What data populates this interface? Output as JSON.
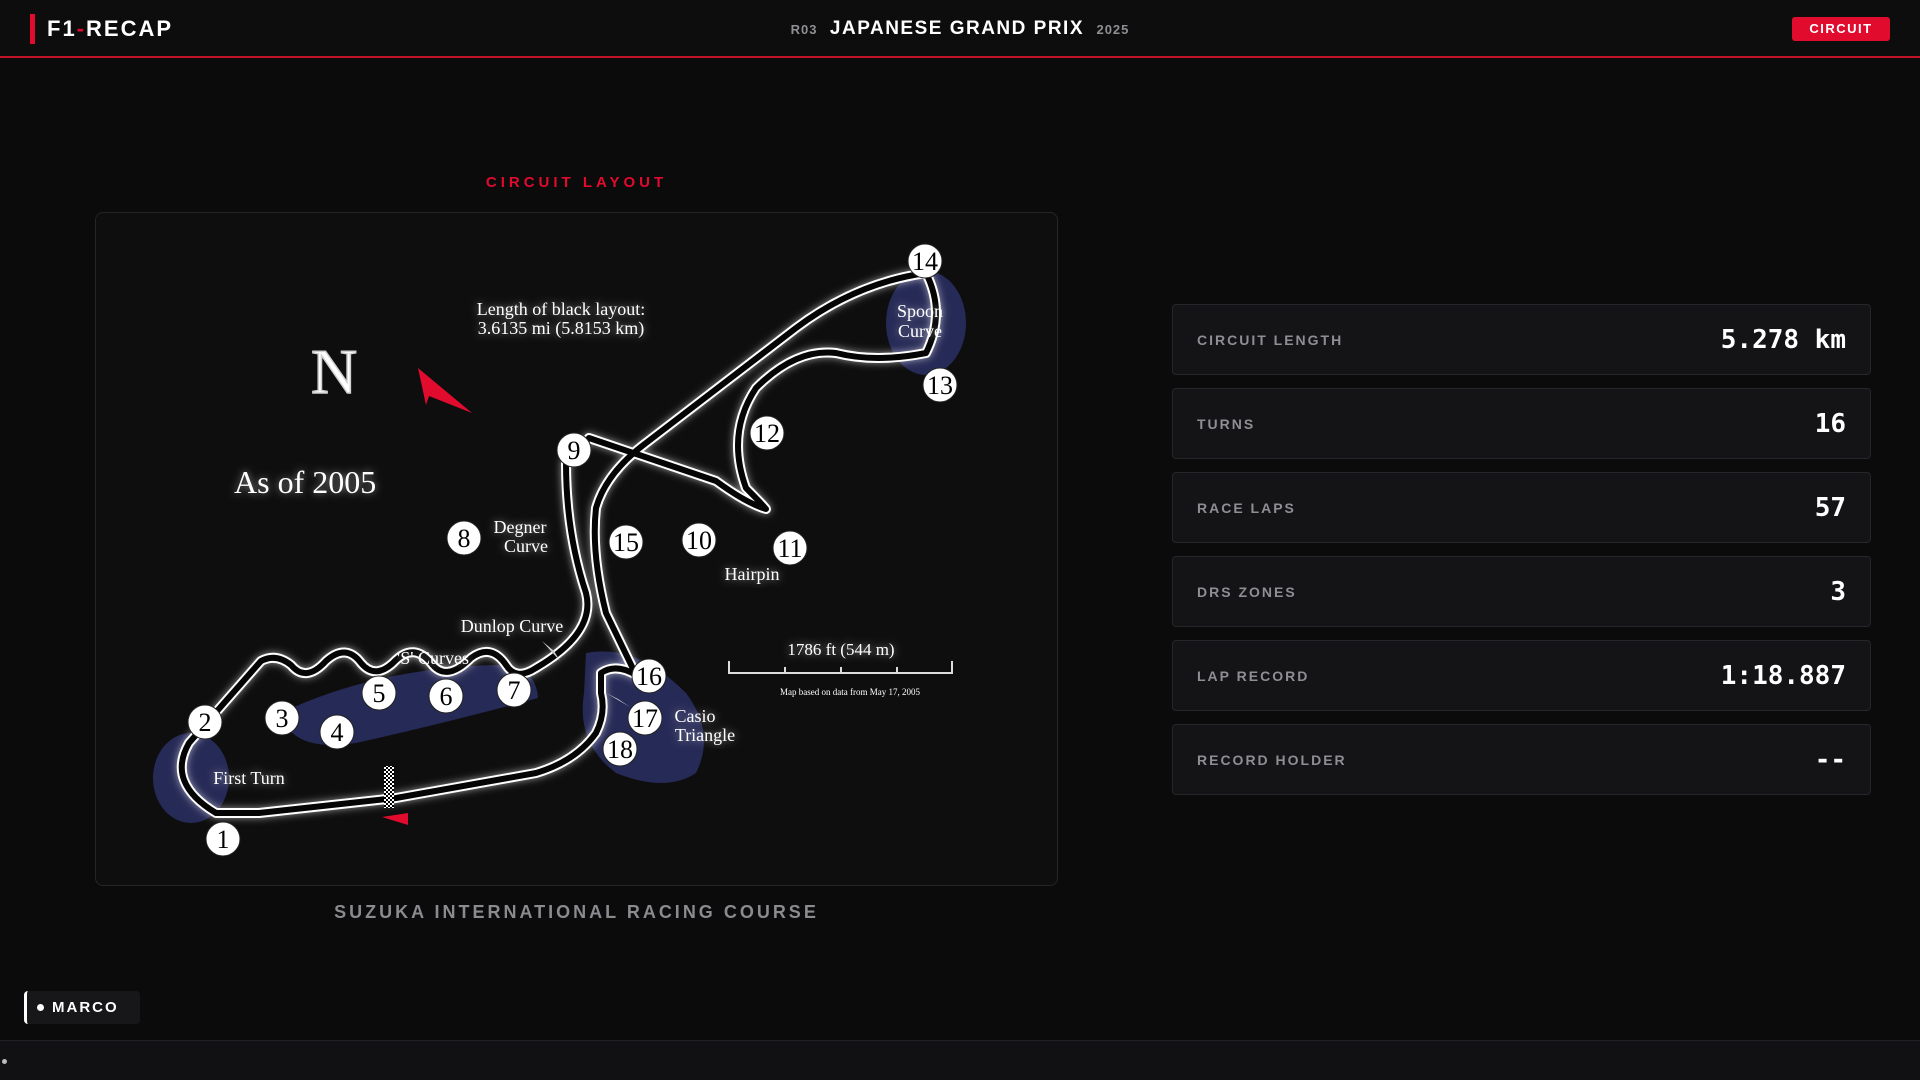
{
  "app": {
    "brand_part1": "F1",
    "brand_sep": "-",
    "brand_part2": "RECAP"
  },
  "race": {
    "round": "R03",
    "name": "JAPANESE GRAND PRIX",
    "year": "2025",
    "tag": "CIRCUIT"
  },
  "circuit": {
    "section_label": "CIRCUIT LAYOUT",
    "name": "SUZUKA INTERNATIONAL RACING COURSE",
    "map": {
      "length_label_line1": "Length of black layout:",
      "length_label_line2": "3.6135 mi (5.8153 km)",
      "north": "N",
      "as_of": "As of 2005",
      "scale_label": "1786 ft (544 m)",
      "scale_note": "Map based on data from May 17, 2005",
      "corner_names": {
        "spoon_1": "Spoon",
        "spoon_2": "Curve",
        "degner_1": "Degner",
        "degner_2": "Curve",
        "hairpin": "Hairpin",
        "dunlop": "Dunlop Curve",
        "s_curves": "'S' Curves",
        "first_turn": "First Turn",
        "casio_1": "Casio",
        "casio_2": "Triangle"
      },
      "turn_numbers": [
        "1",
        "2",
        "3",
        "4",
        "5",
        "6",
        "7",
        "8",
        "9",
        "10",
        "11",
        "12",
        "13",
        "14",
        "15",
        "16",
        "17",
        "18"
      ]
    }
  },
  "stats": [
    {
      "label": "CIRCUIT LENGTH",
      "value": "5.278 km"
    },
    {
      "label": "TURNS",
      "value": "16"
    },
    {
      "label": "RACE LAPS",
      "value": "57"
    },
    {
      "label": "DRS ZONES",
      "value": "3"
    },
    {
      "label": "LAP RECORD",
      "value": "1:18.887"
    },
    {
      "label": "RECORD HOLDER",
      "value": "--"
    }
  ],
  "user": {
    "name": "MARCO"
  },
  "colors": {
    "accent": "#e10b2e",
    "background": "#0b0b0c",
    "panel": "#141416",
    "highlight_zone": "#2a2f63"
  }
}
